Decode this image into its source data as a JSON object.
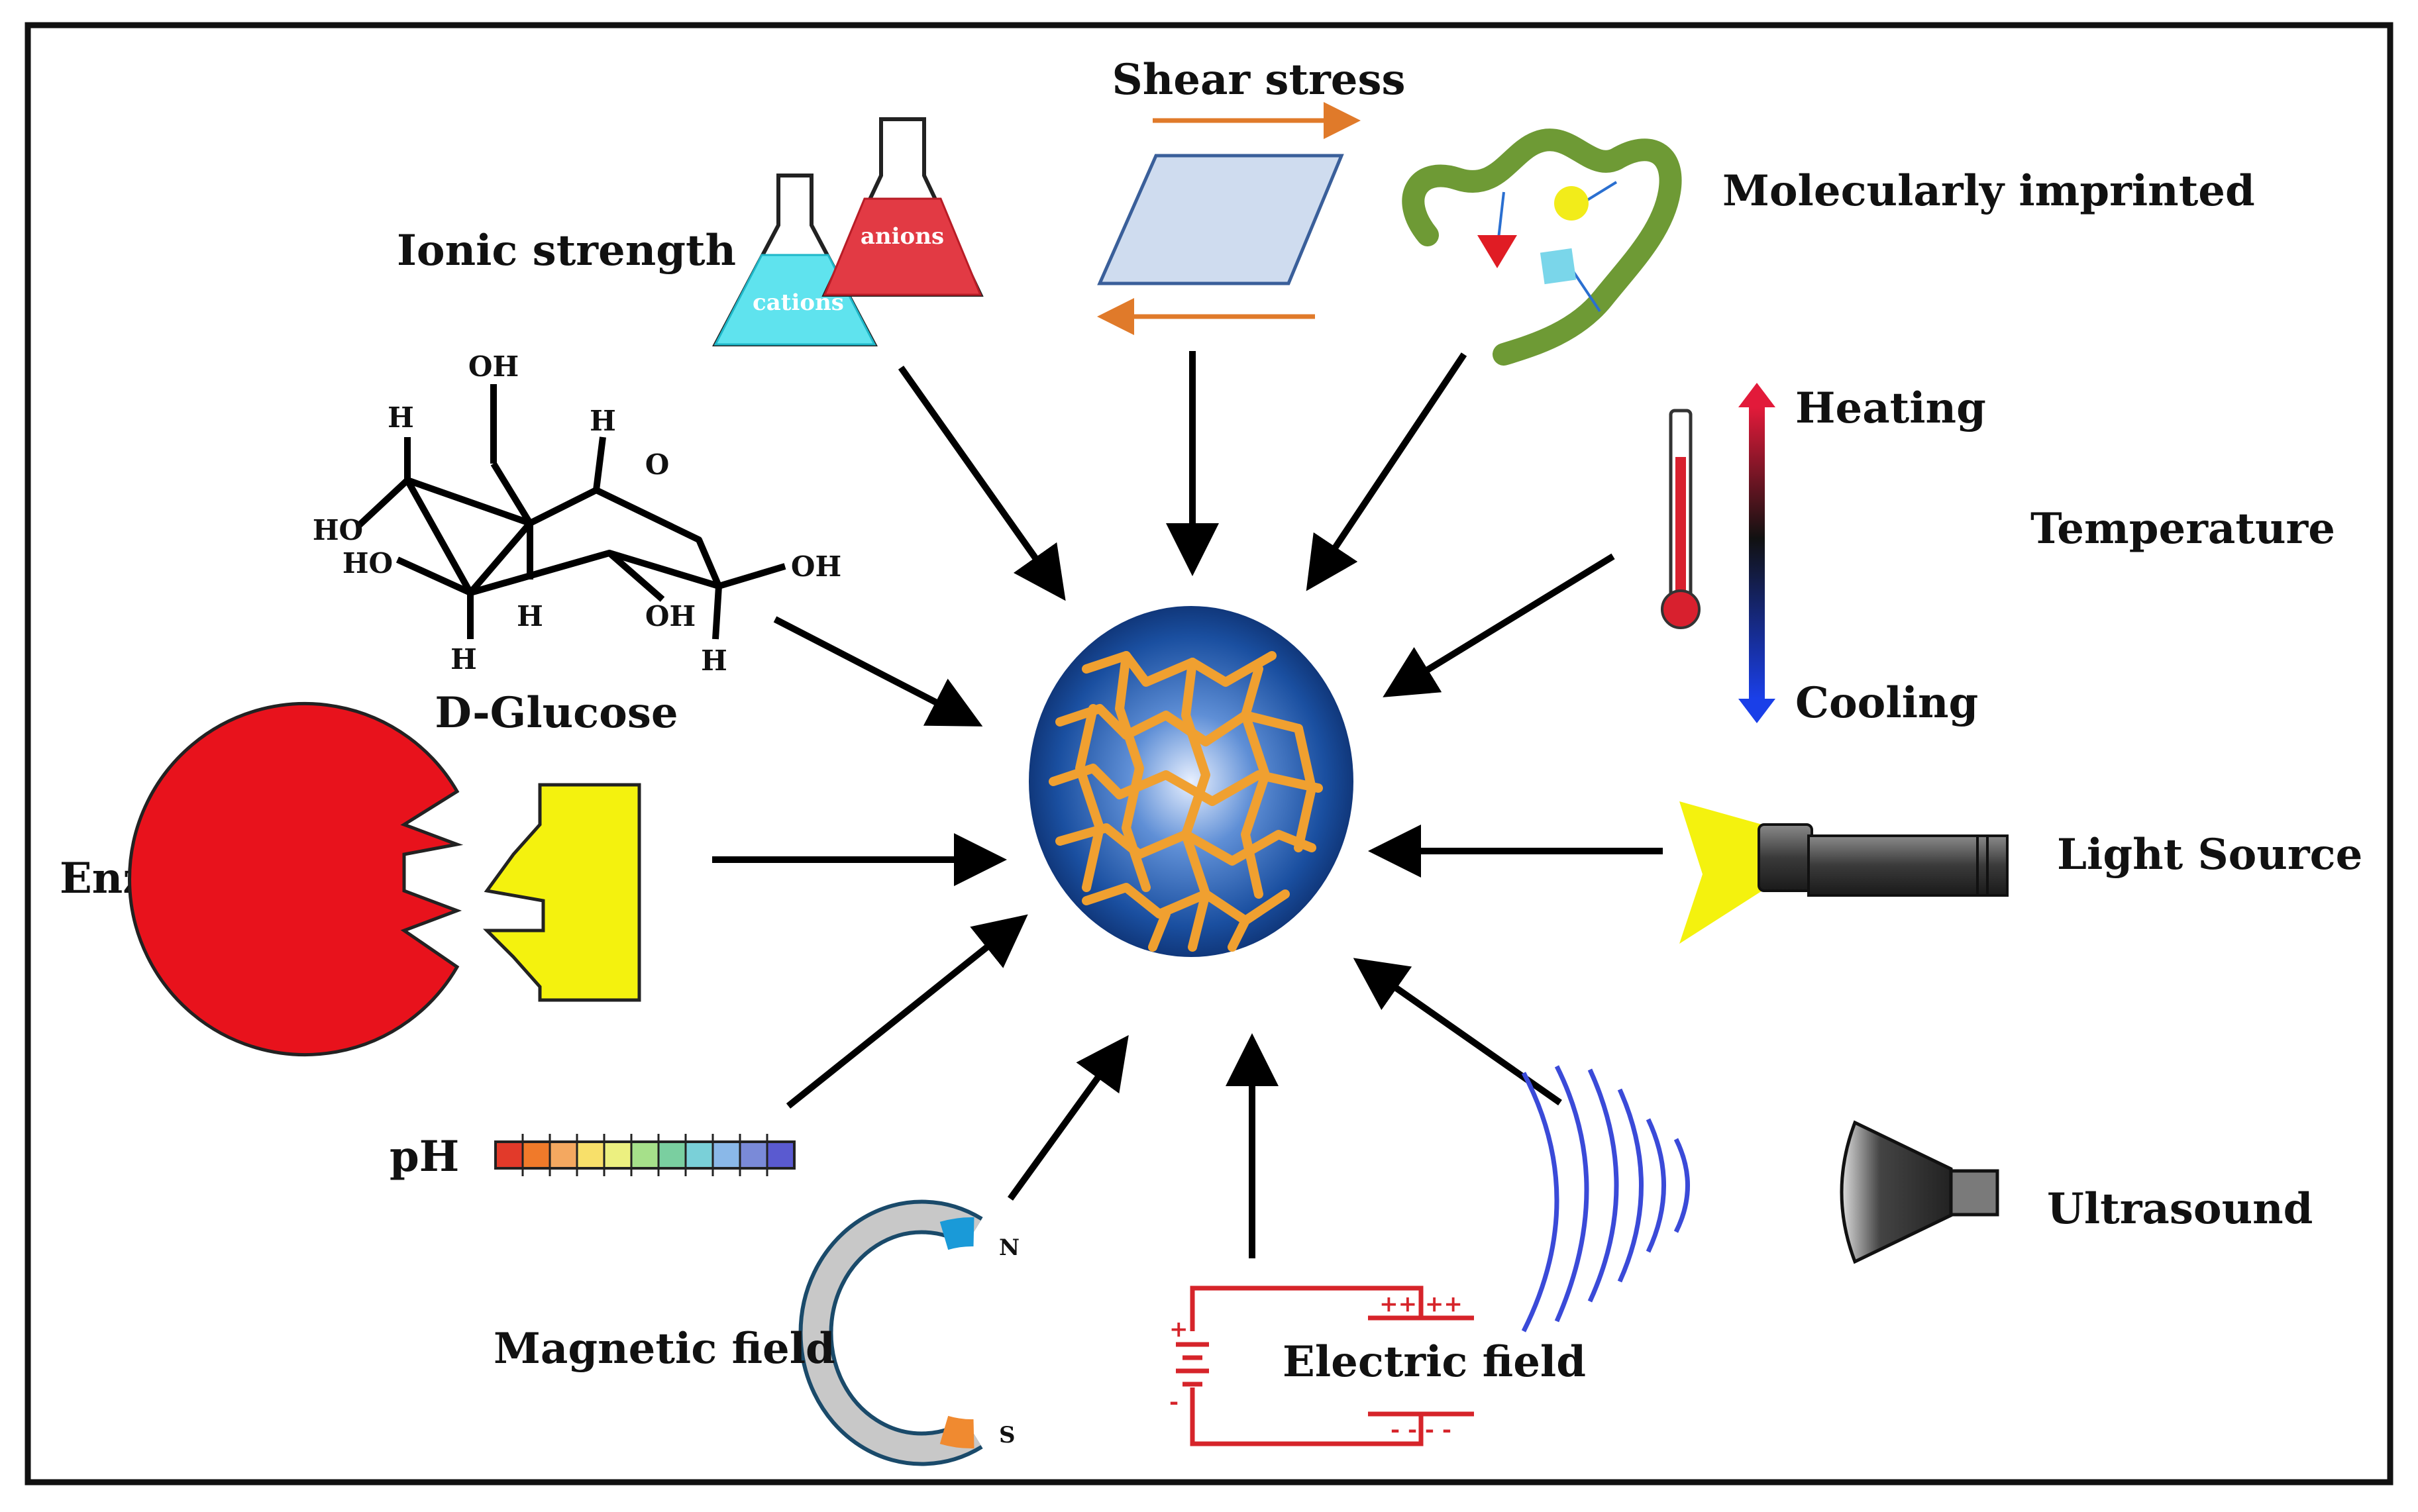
{
  "center": {
    "name": "hydrogel-network"
  },
  "stimuli": {
    "shear": "Shear stress",
    "ionic": "Ionic strength",
    "anions": "anions",
    "cations": "cations",
    "molecular": "Molecularly imprinted",
    "heating": "Heating",
    "cooling": "Cooling",
    "temperature": "Temperature",
    "glucose": "D-Glucose",
    "enzyme": "Enzyme",
    "light": "Light Source",
    "ph": "pH",
    "ultrasound": "Ultrasound",
    "magnetic": "Magnetic field",
    "electric": "Electric field",
    "north": "N",
    "south": "S"
  },
  "glucose_atoms": {
    "oh_top": "OH",
    "h_left": "H",
    "h_top": "H",
    "o_ring": "O",
    "ho_a": "HO",
    "ho_b": "HO",
    "oh_right": "OH",
    "oh_bottom": "OH",
    "h_b1": "H",
    "h_b2": "H",
    "h_b3": "H"
  },
  "circuit": {
    "plus": "+",
    "minus": "-",
    "plate_plus": "++ ++",
    "plate_minus": "- - - -"
  },
  "colors": {
    "border": "#111111",
    "arrow": "#000000",
    "gel_blue": "#1a4fa0",
    "gel_strands": "#f0a030",
    "shear_arrows": "#e07a2a",
    "enzyme_red": "#e8121c",
    "enzyme_yellow": "#f4f20e",
    "polymer_green": "#6e9a35",
    "circuit_red": "#d6242a"
  }
}
